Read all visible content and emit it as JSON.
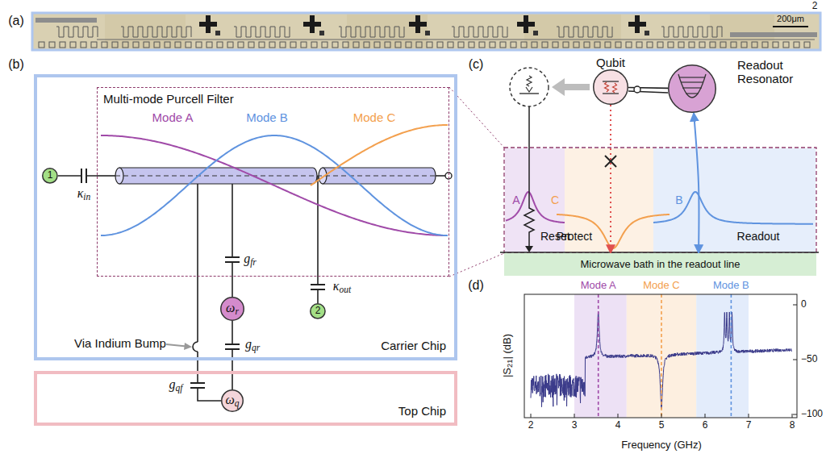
{
  "diagram": {
    "nodes": [
      {
        "text": [
          "Carrier Chip"
        ]
      },
      {
        "text": [
          "Multi-mode Purcell Filter"
        ],
        "in": 0
      },
      {
        "text": [
          "1"
        ],
        "in": 0
      },
      {
        "text": [
          "2"
        ],
        "in": 0
      },
      {
        "text": [
          "ωr"
        ],
        "in": 0
      },
      {
        "text": [
          "Top Chip"
        ]
      },
      {
        "text": [
          "ωq"
        ],
        "in": 5
      },
      {
        "text": [
          "Qubit"
        ]
      },
      {
        "text": [
          "Readout Resonator"
        ]
      },
      {
        "text": [
          "Microwave bath in the readout line"
        ]
      }
    ],
    "edges": [
      {
        "from": 2,
        "to": 1,
        "arrow": "none",
        "label": "κin"
      },
      {
        "from": 4,
        "to": 1,
        "arrow": "none",
        "label": "gfr"
      },
      {
        "from": 3,
        "to": 1,
        "arrow": "none",
        "label": "κout"
      },
      {
        "from": 4,
        "to": 6,
        "arrow": "none",
        "label": "gqr"
      },
      {
        "from": 6,
        "to": 1,
        "arrow": "none",
        "label": "gqf"
      },
      {
        "from": 7,
        "to": 8,
        "arrow": "none"
      },
      {
        "from": 8,
        "to": 9,
        "arrow": "both"
      },
      {
        "from": 7,
        "to": 9,
        "arrow": "to"
      }
    ],
    "labels": [
      "2",
      "(a)",
      "200μm",
      "(b)",
      "Mode A",
      "Mode B",
      "Mode C",
      "Via Indium Bump",
      "(c)",
      "A",
      "C",
      "B",
      "Reset",
      "Protect",
      "Readout",
      "(d)",
      "Mode A",
      "Mode C",
      "Mode B",
      "0",
      "−50",
      "−100",
      "2",
      "3",
      "4",
      "5",
      "6",
      "7",
      "8",
      "|S21| (dB)",
      "Frequency (GHz)"
    ]
  }
}
